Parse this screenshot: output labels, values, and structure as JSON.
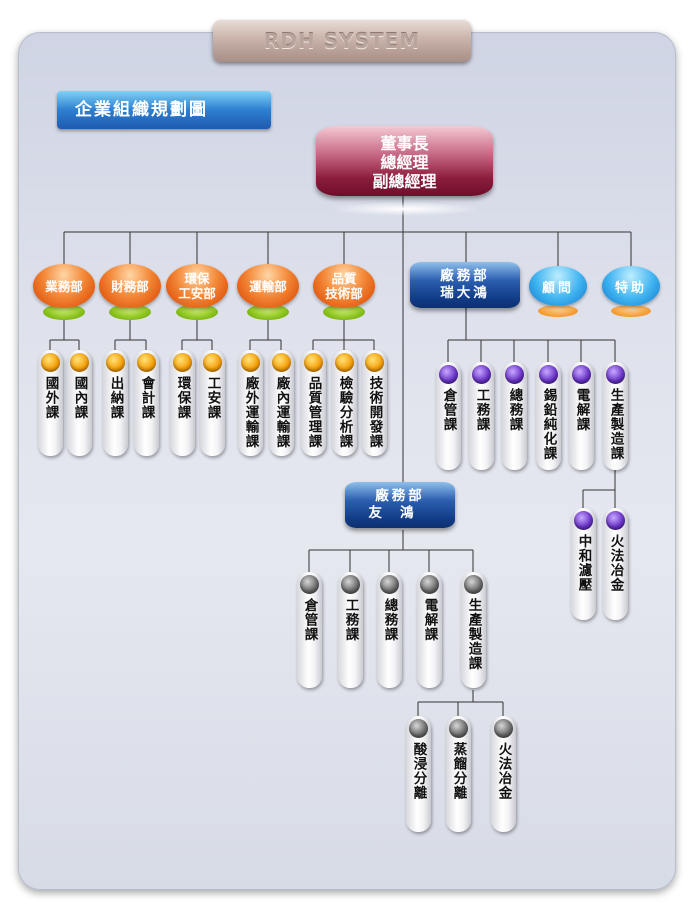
{
  "banner": {
    "text": "RDH SYSTEM"
  },
  "title": {
    "text": "企業組織規劃圖"
  },
  "root": {
    "lines": [
      "董事長",
      "總經理",
      "副總經理"
    ]
  },
  "departments": [
    {
      "label": "業務部",
      "units": [
        "國外課",
        "國內課"
      ]
    },
    {
      "label": "財務部",
      "units": [
        "出納課",
        "會計課"
      ]
    },
    {
      "label": "環保\n工安部",
      "units": [
        "環保課",
        "工安課"
      ]
    },
    {
      "label": "運輸部",
      "units": [
        "廠外運輸課",
        "廠內運輸課"
      ]
    },
    {
      "label": "品質\n技術部",
      "units": [
        "品質管理課",
        "檢驗分析課",
        "技術開發課"
      ]
    }
  ],
  "plant_ruidahong": {
    "lines": [
      "廠務部",
      "瑞大鴻"
    ],
    "units": [
      "倉管課",
      "工務課",
      "總務課",
      "錫鉛純化課",
      "電解課",
      "生產製造課"
    ],
    "sub_units": [
      "中和濾壓",
      "火法冶金"
    ]
  },
  "advisors": [
    {
      "label": "顧問"
    },
    {
      "label": "特助"
    }
  ],
  "plant_youhong": {
    "lines": [
      "廠務部",
      "友鴻"
    ],
    "units": [
      "倉管課",
      "工務課",
      "總務課",
      "電解課",
      "生產製造課"
    ],
    "sub_units": [
      "酸浸分離",
      "蒸餾分離",
      "火法冶金"
    ]
  },
  "colors": {
    "dept_orange": "#f48a3a",
    "purple_dot": "#6a35c7",
    "gray_dot": "#6c6c6c",
    "root_red": "#8c1c3c",
    "plant_blue": "#113b86"
  }
}
